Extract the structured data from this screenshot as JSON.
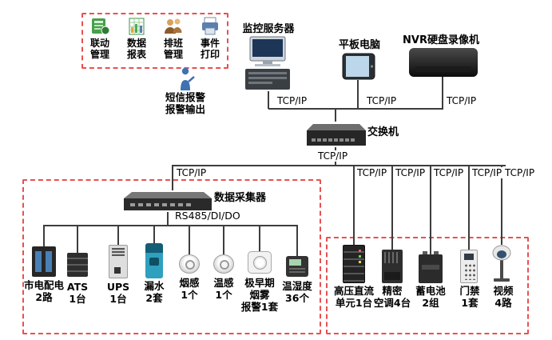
{
  "labels": {
    "tcpip": "TCP/IP",
    "rs485": "RS485/DI/DO"
  },
  "management_box": {
    "items": [
      {
        "label": "联动\n管理"
      },
      {
        "label": "数据\n报表"
      },
      {
        "label": "排班\n管理"
      },
      {
        "label": "事件\n打印"
      }
    ]
  },
  "sms_node": {
    "label": "短信报警\n报警输出"
  },
  "top_nodes": {
    "server": "监控服务器",
    "tablet": "平板电脑",
    "nvr": "NVR硬盘录像机"
  },
  "switch_node": {
    "label": "交换机"
  },
  "collector_node": {
    "label": "数据采集器"
  },
  "left_devices": [
    {
      "label": "市电配电\n2路"
    },
    {
      "label": "ATS\n1台"
    },
    {
      "label": "UPS\n1台"
    },
    {
      "label": "漏水\n2套"
    },
    {
      "label": "烟感\n1个"
    },
    {
      "label": "温感\n1个"
    },
    {
      "label": "极早期\n烟雾\n报警1套"
    },
    {
      "label": "温湿度\n36个"
    }
  ],
  "right_devices": [
    {
      "label": "高压直流\n单元1台"
    },
    {
      "label": "精密\n空调4台"
    },
    {
      "label": "蓄电池\n2组"
    },
    {
      "label": "门禁\n1套"
    },
    {
      "label": "视频\n4路"
    }
  ],
  "colors": {
    "line": "#3d3d3d",
    "group_border": "#e85050"
  }
}
